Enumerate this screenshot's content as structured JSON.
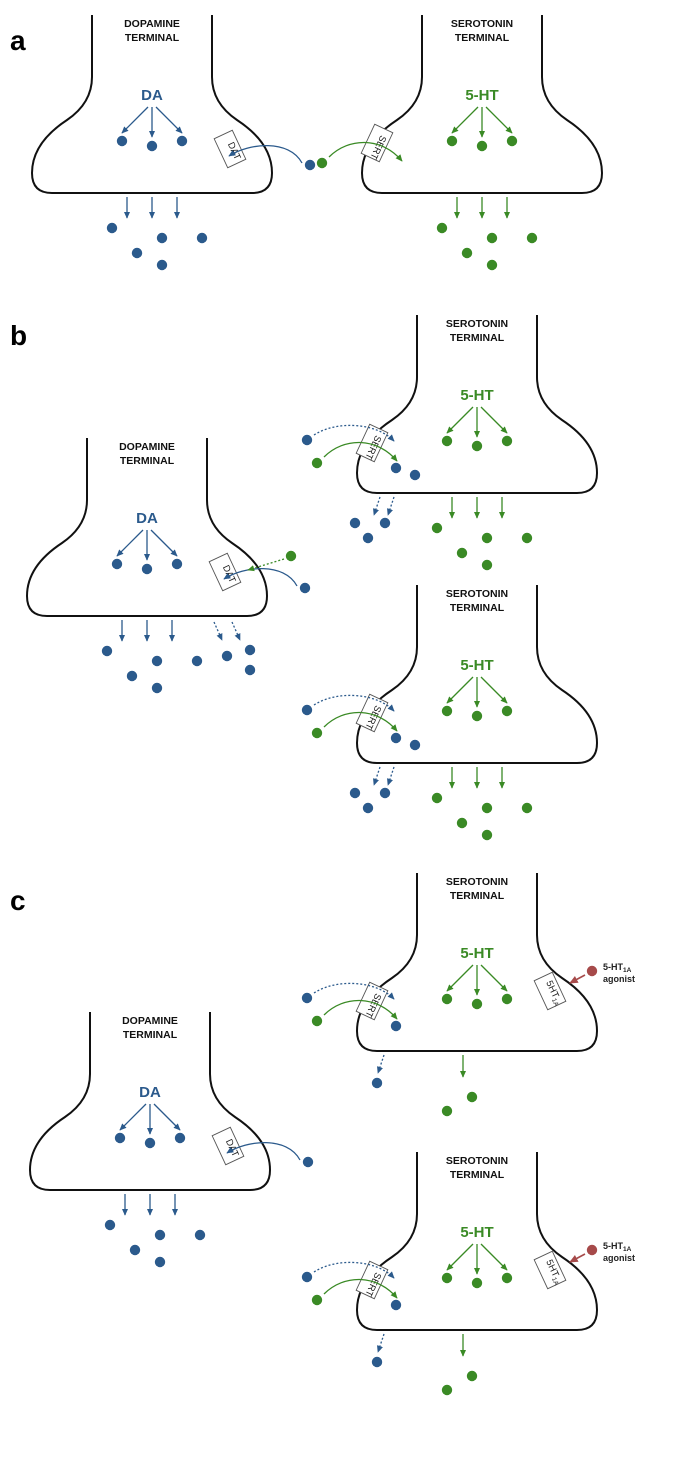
{
  "panels": [
    {
      "id": "a",
      "letter": "a"
    },
    {
      "id": "b",
      "letter": "b"
    },
    {
      "id": "c",
      "letter": "c"
    }
  ],
  "labels": {
    "dopamine_terminal": [
      "DOPAMINE",
      "TERMINAL"
    ],
    "serotonin_terminal": [
      "SEROTONIN",
      "TERMINAL"
    ],
    "da": "DA",
    "serotonin": "5-HT",
    "dat": "DAT",
    "sert": "SERT",
    "receptor": {
      "main": "5HT",
      "sub": "1A"
    },
    "agonist": {
      "main": "5-HT",
      "sub": "1A",
      "line2": "agonist"
    }
  },
  "colors": {
    "dopamine": "#2b5a8c",
    "serotonin": "#3a8a25",
    "agonist": "#a64a4a",
    "membrane": "#111111"
  }
}
